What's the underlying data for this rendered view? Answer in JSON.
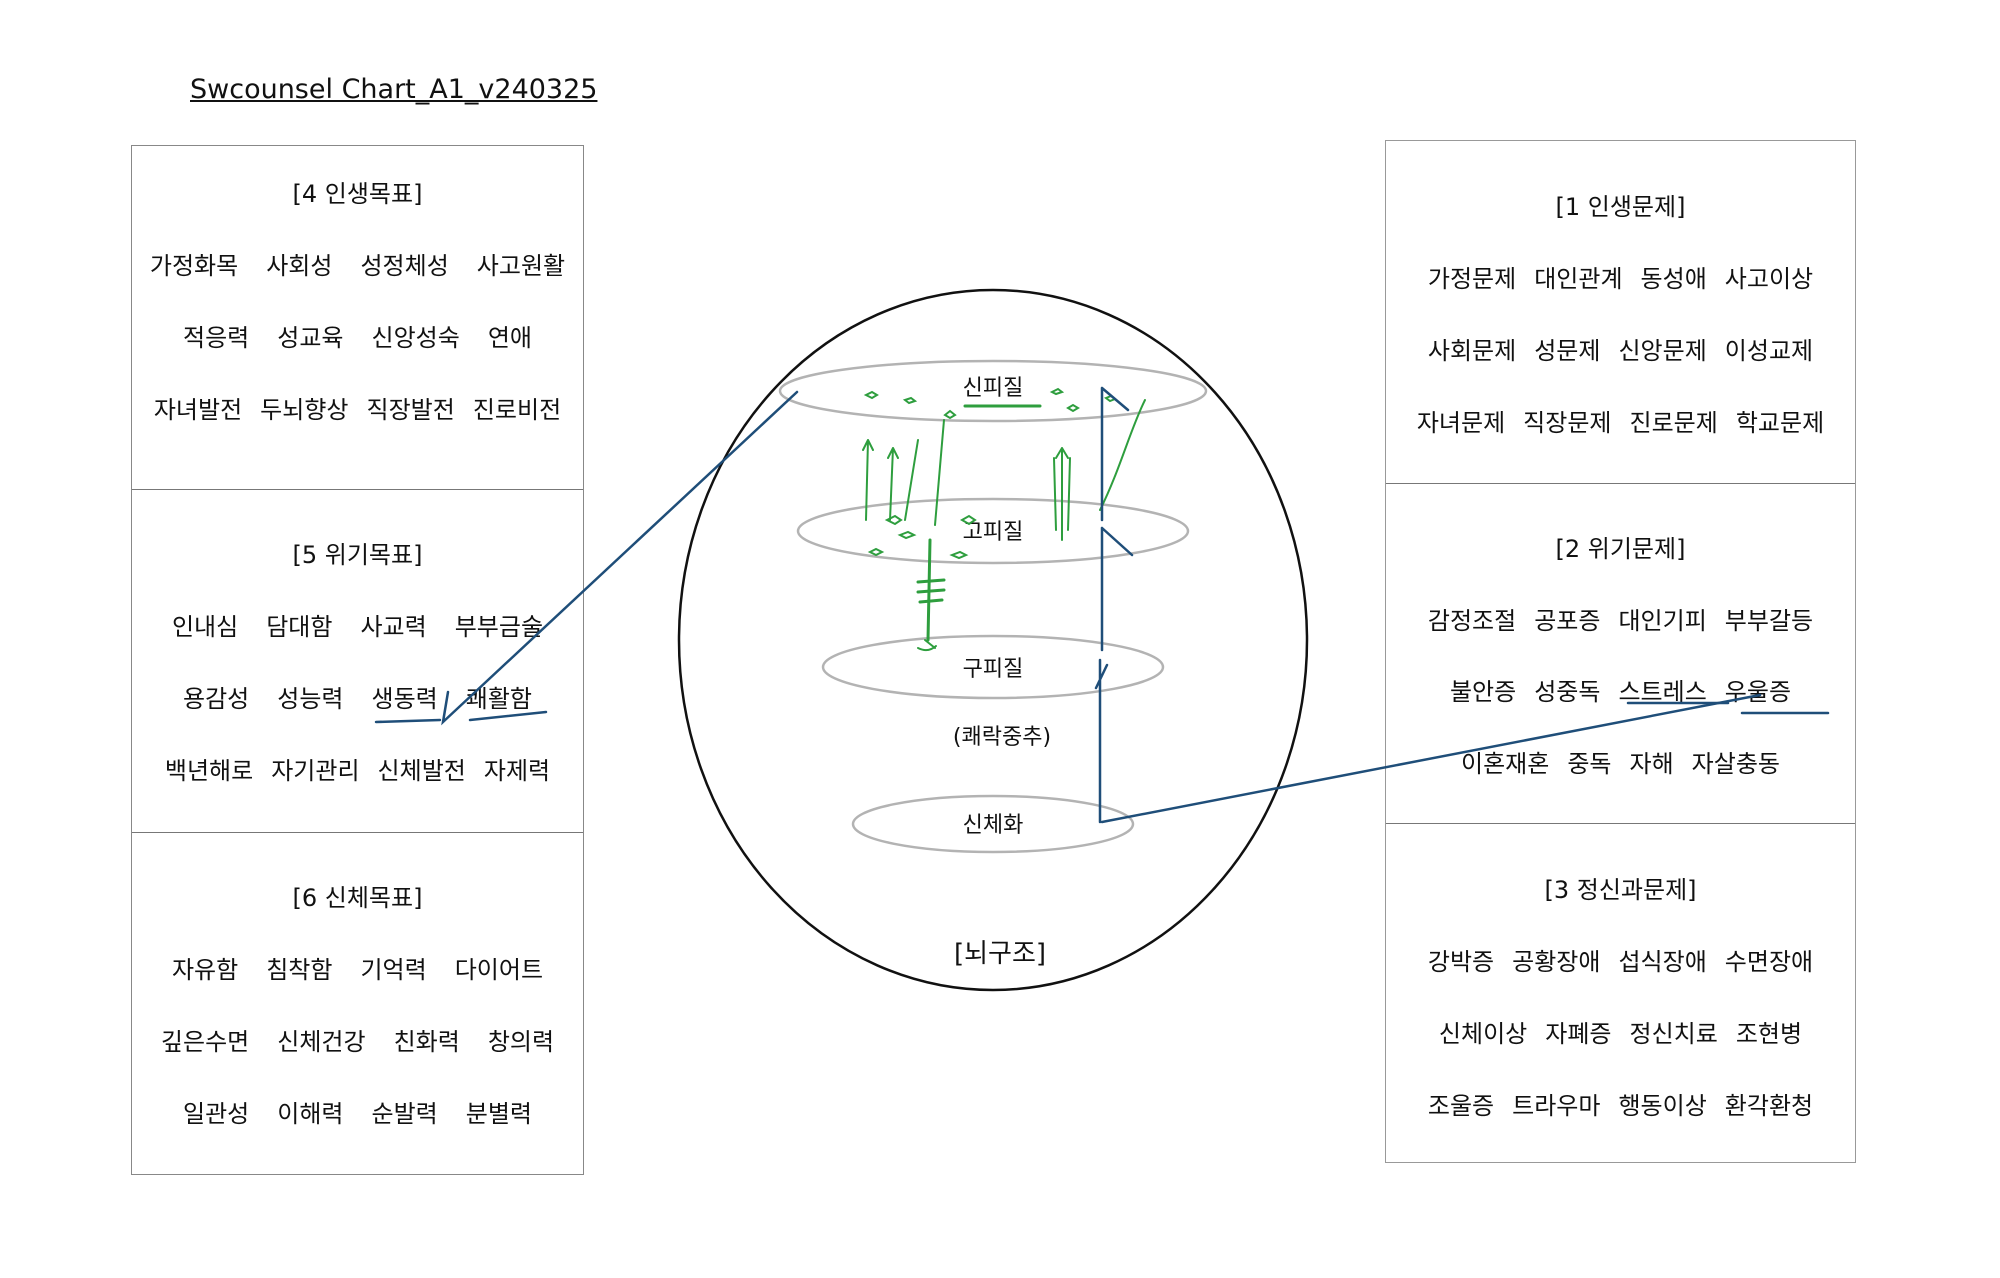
{
  "title": "Swcounsel Chart_A1_v240325",
  "left_sections": [
    {
      "title": "[4 인생목표]",
      "rows": [
        [
          "가정화목",
          "사회성",
          "성정체성",
          "사고원활"
        ],
        [
          "적응력",
          "성교육",
          "신앙성숙",
          "연애"
        ],
        [
          "자녀발전",
          "두뇌향상",
          "직장발전",
          "진로비전"
        ]
      ]
    },
    {
      "title": "[5 위기목표]",
      "rows": [
        [
          "인내심",
          "담대함",
          "사교력",
          "부부금술"
        ],
        [
          "용감성",
          "성능력",
          "생동력",
          "쾌활함"
        ],
        [
          "백년해로",
          "자기관리",
          "신체발전",
          "자제력"
        ]
      ]
    },
    {
      "title": "[6 신체목표]",
      "rows": [
        [
          "자유함",
          "침착함",
          "기억력",
          "다이어트"
        ],
        [
          "깊은수면",
          "신체건강",
          "친화력",
          "창의력"
        ],
        [
          "일관성",
          "이해력",
          "순발력",
          "분별력"
        ]
      ]
    }
  ],
  "right_sections": [
    {
      "title": "[1 인생문제]",
      "rows": [
        [
          "가정문제",
          "대인관계",
          "동성애",
          "사고이상"
        ],
        [
          "사회문제",
          "성문제",
          "신앙문제",
          "이성교제"
        ],
        [
          "자녀문제",
          "직장문제",
          "진로문제",
          "학교문제"
        ]
      ]
    },
    {
      "title": "[2 위기문제]",
      "rows": [
        [
          "감정조절",
          "공포증",
          "대인기피",
          "부부갈등"
        ],
        [
          "불안증",
          "성중독",
          "스트레스",
          "우울증"
        ],
        [
          "이혼재혼",
          "중독",
          "자해",
          "자살충동"
        ]
      ]
    },
    {
      "title": "[3 정신과문제]",
      "rows": [
        [
          "강박증",
          "공황장애",
          "섭식장애",
          "수면장애"
        ],
        [
          "신체이상",
          "자폐증",
          "정신치료",
          "조현병"
        ],
        [
          "조울증",
          "트라우마",
          "행동이상",
          "환각환청"
        ]
      ]
    }
  ],
  "brain": {
    "caption": "[뇌구조]",
    "layers": [
      "신피질",
      "고피질",
      "구피질",
      "신체화"
    ],
    "note": "(쾌락중추)"
  },
  "colors": {
    "annotation_blue": "#1f4e79",
    "sketch_green": "#2e9e3e",
    "layer_outline": "#b3b3b3"
  }
}
